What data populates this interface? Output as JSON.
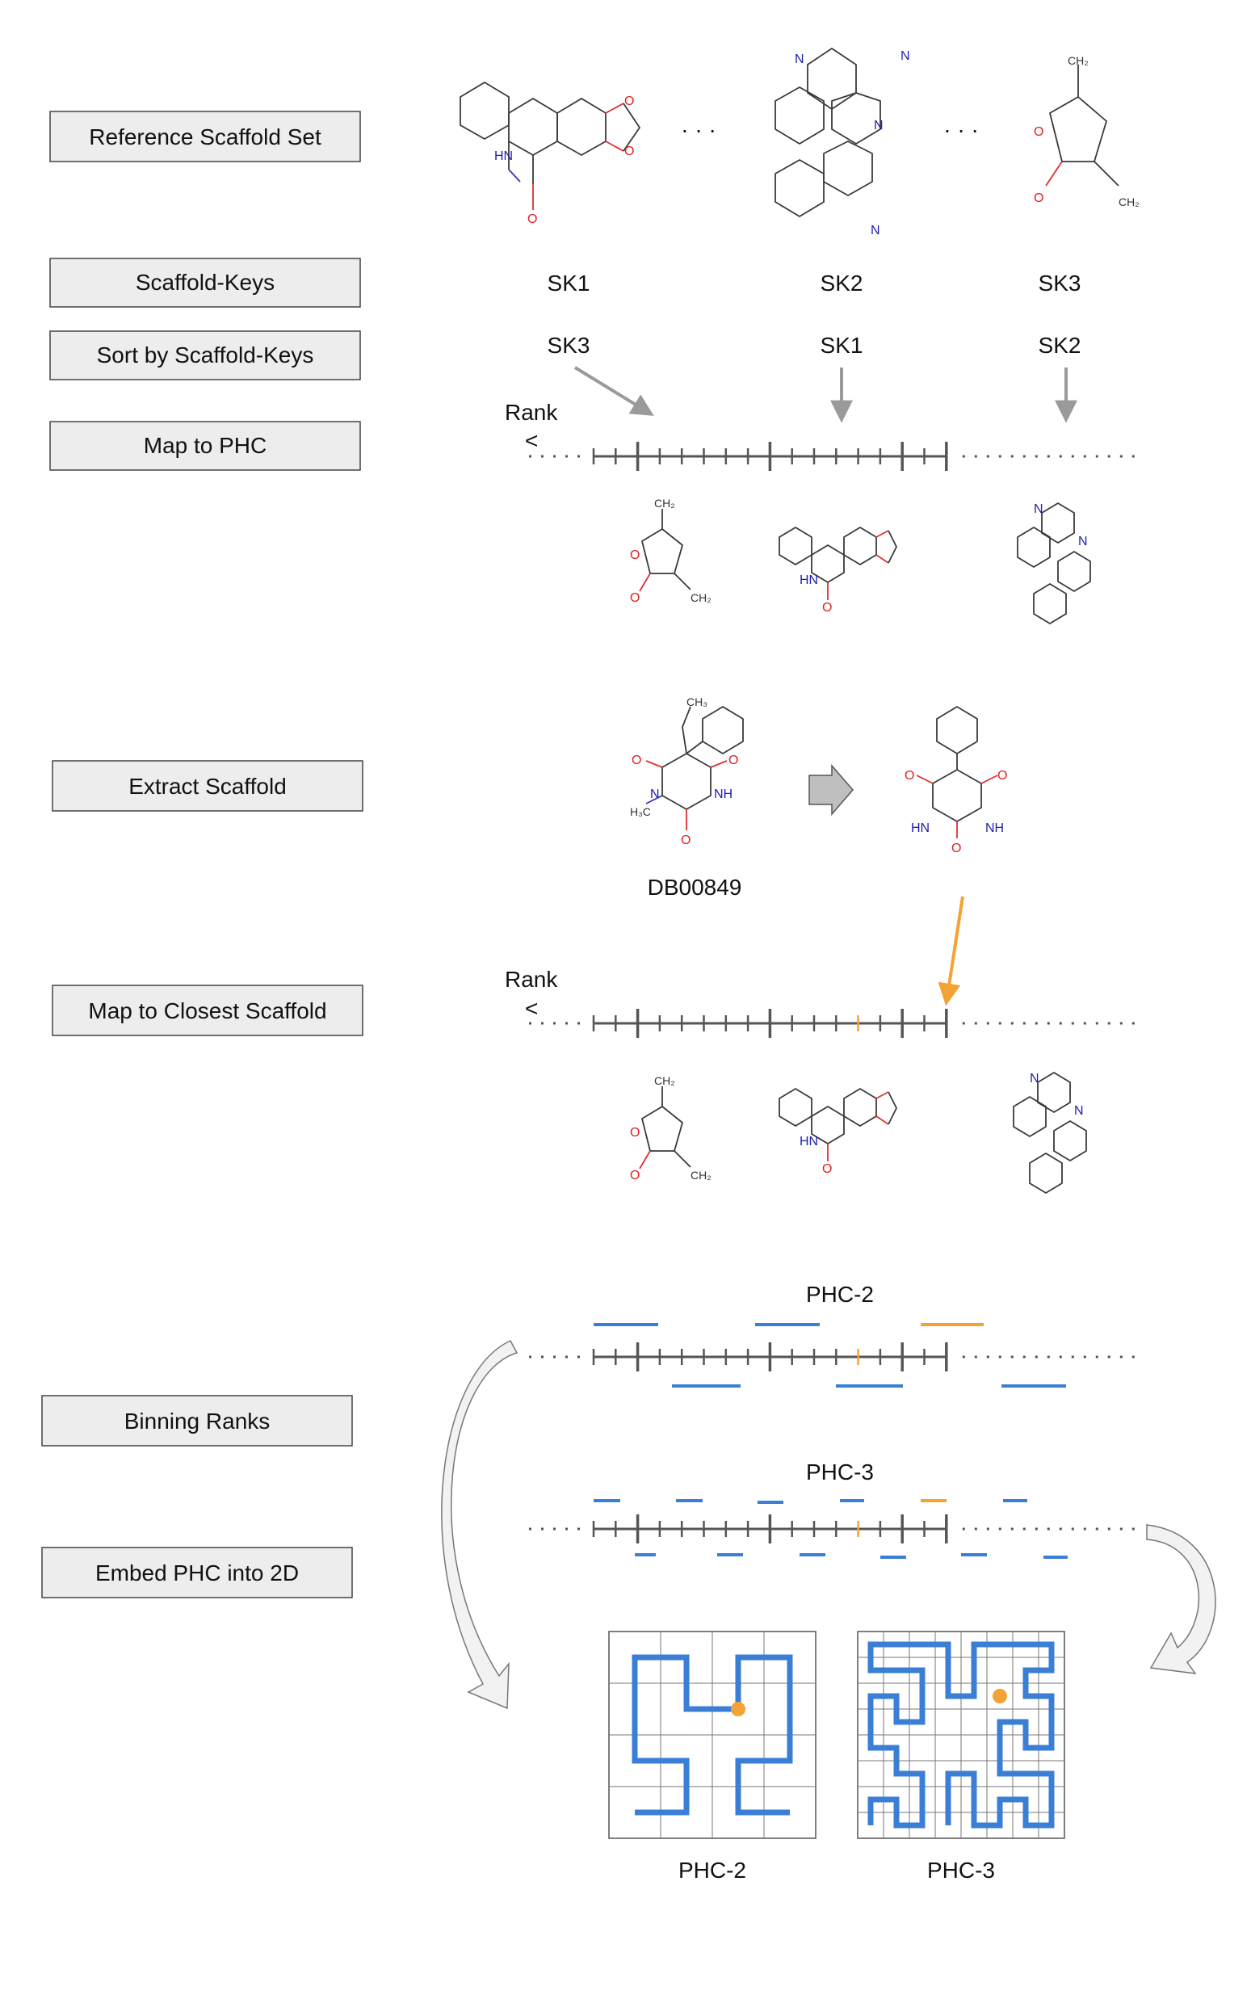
{
  "steps": {
    "reference_scaffold_set": "Reference Scaffold Set",
    "scaffold_keys": "Scaffold-Keys",
    "sort_by_keys": "Sort by Scaffold-Keys",
    "map_to_phc": "Map to PHC",
    "extract_scaffold": "Extract Scaffold",
    "map_to_closest": "Map to Closest Scaffold",
    "binning_ranks": "Binning Ranks",
    "embed_phc": "Embed PHC into 2D"
  },
  "keys": {
    "row1": [
      "SK1",
      "SK2",
      "SK3"
    ],
    "row2": [
      "SK3",
      "SK1",
      "SK2"
    ]
  },
  "ellipsis": "· · ·",
  "axis": {
    "rank_label": "Rank",
    "rank_arrow": "<"
  },
  "molecule": {
    "drug_id": "DB00849"
  },
  "phc": {
    "phc2_title": "PHC-2",
    "phc3_title": "PHC-3",
    "grid_left_label": "PHC-2",
    "grid_right_label": "PHC-3"
  },
  "atoms": {
    "O": "O",
    "NH": "NH",
    "HN": "HN",
    "N": "N",
    "CH2": "CH₂",
    "CH3": "CH₃",
    "H3C": "H₃C"
  },
  "colors": {
    "tick": "#555555",
    "highlight": "#f4a234",
    "bin": "#3a7fd5",
    "arrow_gray": "#9a9a9a",
    "box_fill": "#ededed"
  }
}
